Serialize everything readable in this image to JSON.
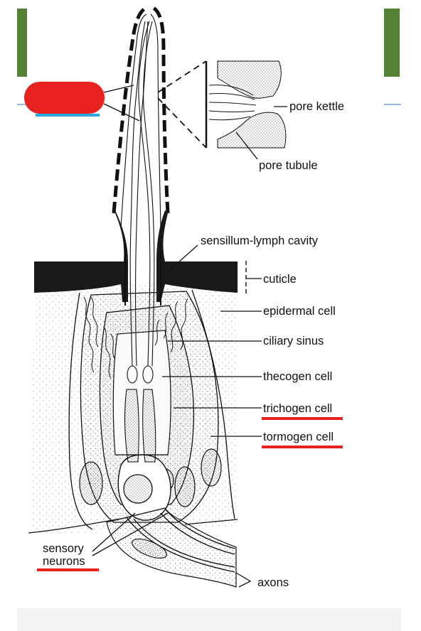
{
  "colors": {
    "accent_green": "#548235",
    "marker_red": "#e8231f",
    "underline_red": "#e8231f",
    "underline_blue": "#29abe2",
    "rule_blue": "#5b8dd6",
    "ink": "#111111",
    "cuticle": "#1a1a1a",
    "footer_bg": "#f2f2f2"
  },
  "labels": {
    "pore_kettle": "pore kettle",
    "pore_tubule": "pore tubule",
    "sensillum_lymph_cavity": "sensillum-lymph cavity",
    "cuticle": "cuticle",
    "epidermal_cell": "epidermal cell",
    "ciliary_sinus": "ciliary sinus",
    "thecogen_cell": "thecogen cell",
    "trichogen_cell": "trichogen cell",
    "tormogen_cell": "tormogen cell",
    "sensory_neurons_line1": "sensory",
    "sensory_neurons_line2": "neurons",
    "axons": "axons"
  },
  "highlights": {
    "underlined_labels": [
      "trichogen cell",
      "tormogen cell",
      "sensory neurons"
    ]
  }
}
